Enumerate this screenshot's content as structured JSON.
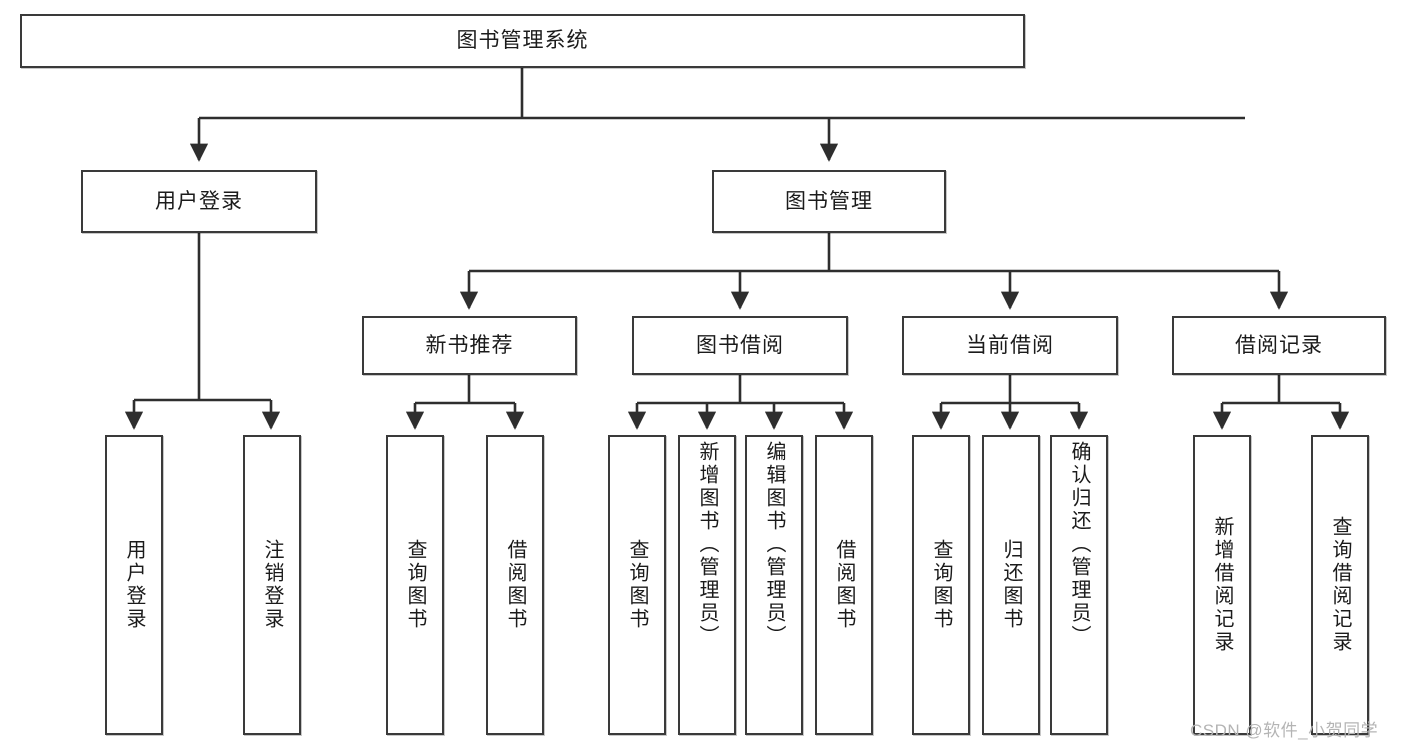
{
  "diagram": {
    "title": "图书管理系统",
    "type": "hierarchy-tree",
    "watermark": "CSDN @软件_小贺同学",
    "colors": {
      "box_border": "#3a3a3a",
      "box_fill": "#ffffff",
      "text": "#1b1b1b",
      "edge": "#2e2e2e",
      "watermark": "#b4b4b4"
    },
    "levels": [
      {
        "level": 1,
        "nodes": [
          {
            "id": "root",
            "label": "图书管理系统",
            "orientation": "horizontal"
          }
        ]
      },
      {
        "level": 2,
        "nodes": [
          {
            "id": "login",
            "label": "用户登录",
            "orientation": "horizontal",
            "parent": "root"
          },
          {
            "id": "bookmgmt",
            "label": "图书管理",
            "orientation": "horizontal",
            "parent": "root"
          }
        ]
      },
      {
        "level": 3,
        "nodes": [
          {
            "id": "newbook",
            "label": "新书推荐",
            "orientation": "horizontal",
            "parent": "bookmgmt"
          },
          {
            "id": "borrow",
            "label": "图书借阅",
            "orientation": "horizontal",
            "parent": "bookmgmt"
          },
          {
            "id": "current",
            "label": "当前借阅",
            "orientation": "horizontal",
            "parent": "bookmgmt"
          },
          {
            "id": "records",
            "label": "借阅记录",
            "orientation": "horizontal",
            "parent": "bookmgmt"
          }
        ]
      },
      {
        "level": 4,
        "nodes": [
          {
            "id": "leaf-user-login",
            "label": "用户登录",
            "orientation": "vertical",
            "parent": "login"
          },
          {
            "id": "leaf-user-logout",
            "label": "注销登录",
            "orientation": "vertical",
            "parent": "login"
          },
          {
            "id": "leaf-query-book-1",
            "label": "查询图书",
            "orientation": "vertical",
            "parent": "newbook"
          },
          {
            "id": "leaf-borrow-book-1",
            "label": "借阅图书",
            "orientation": "vertical",
            "parent": "newbook"
          },
          {
            "id": "leaf-query-book-2",
            "label": "查询图书",
            "orientation": "vertical",
            "parent": "borrow"
          },
          {
            "id": "leaf-add-book",
            "label": "新增图书（管理员）",
            "orientation": "vertical",
            "parent": "borrow"
          },
          {
            "id": "leaf-edit-book",
            "label": "编辑图书（管理员）",
            "orientation": "vertical",
            "parent": "borrow"
          },
          {
            "id": "leaf-borrow-book-2",
            "label": "借阅图书",
            "orientation": "vertical",
            "parent": "borrow"
          },
          {
            "id": "leaf-query-book-3",
            "label": "查询图书",
            "orientation": "vertical",
            "parent": "current"
          },
          {
            "id": "leaf-return-book",
            "label": "归还图书",
            "orientation": "vertical",
            "parent": "current"
          },
          {
            "id": "leaf-confirm-return",
            "label": "确认归还（管理员）",
            "orientation": "vertical",
            "parent": "current"
          },
          {
            "id": "leaf-add-record",
            "label": "新增借阅记录",
            "orientation": "vertical",
            "parent": "records"
          },
          {
            "id": "leaf-query-record",
            "label": "查询借阅记录",
            "orientation": "vertical",
            "parent": "records"
          }
        ]
      }
    ]
  }
}
